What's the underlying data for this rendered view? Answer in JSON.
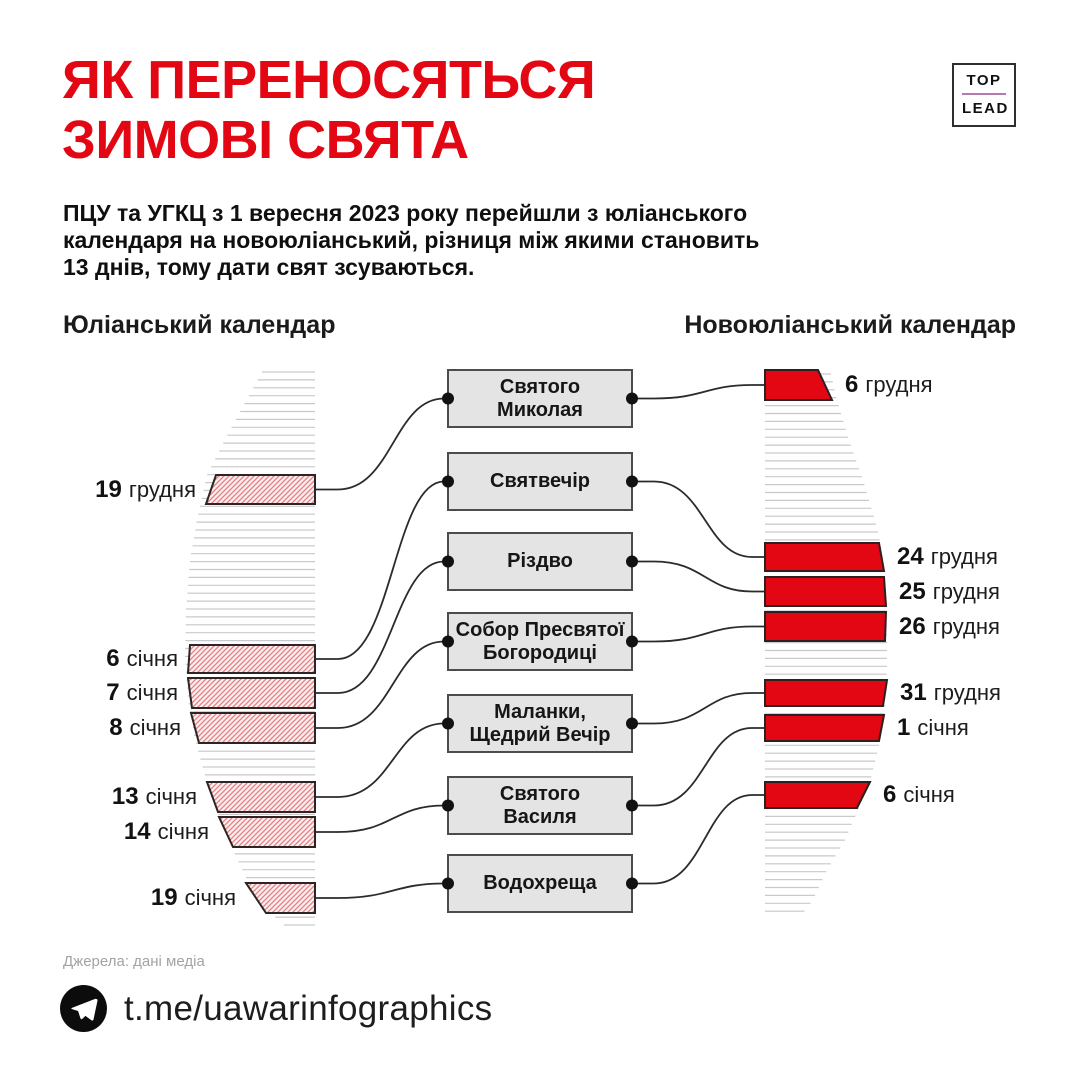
{
  "title_lines": [
    "ЯК ПЕРЕНОСЯТЬСЯ",
    "ЗИМОВІ СВЯТА"
  ],
  "logo": {
    "line1": "TOP",
    "line2": "LEAD"
  },
  "subtitle_lines": [
    "ПЦУ та УГКЦ з 1 вересня 2023 року перейшли з юліанського",
    "календаря на новоюліанський, різниця між якими становить",
    "13 днів, тому дати свят зсуваються."
  ],
  "column_headers": {
    "julian": "Юліанський календар",
    "new_julian": "Новоюліанський календар"
  },
  "chart_data": {
    "type": "table",
    "description": "Зсув дат зимових свят при переході з юліанського календаря на новоюліанський (різниця 13 днів)",
    "columns": [
      "Юліанський календар",
      "Свято",
      "Новоюліанський календар"
    ],
    "rows": [
      {
        "holiday": "Святого Миколая",
        "holiday_lines": "Святого\nМиколая",
        "julian_day": "19",
        "julian_month": "грудня",
        "new_julian_day": "6",
        "new_julian_month": "грудня"
      },
      {
        "holiday": "Святвечір",
        "holiday_lines": "Святвечір",
        "julian_day": "6",
        "julian_month": "січня",
        "new_julian_day": "24",
        "new_julian_month": "грудня"
      },
      {
        "holiday": "Різдво",
        "holiday_lines": "Різдво",
        "julian_day": "7",
        "julian_month": "січня",
        "new_julian_day": "25",
        "new_julian_month": "грудня"
      },
      {
        "holiday": "Собор Пресвятої Богородиці",
        "holiday_lines": "Собор Пресвятої\nБогородиці",
        "julian_day": "8",
        "julian_month": "січня",
        "new_julian_day": "26",
        "new_julian_month": "грудня"
      },
      {
        "holiday": "Маланки, Щедрий Вечір",
        "holiday_lines": "Маланки,\nЩедрий Вечір",
        "julian_day": "13",
        "julian_month": "січня",
        "new_julian_day": "31",
        "new_julian_month": "грудня"
      },
      {
        "holiday": "Святого Василя",
        "holiday_lines": "Святого\nВасиля",
        "julian_day": "14",
        "julian_month": "січня",
        "new_julian_day": "1",
        "new_julian_month": "січня"
      },
      {
        "holiday": "Водохреща",
        "holiday_lines": "Водохреща",
        "julian_day": "19",
        "julian_month": "січня",
        "new_julian_day": "6",
        "new_julian_month": "січня"
      }
    ]
  },
  "footer": {
    "source": "Джерела: дані медіа",
    "telegram_handle": "t.me/uawarinfographics"
  },
  "colors": {
    "accent_red": "#e30613",
    "box_fill": "#e4e4e4",
    "box_border": "#4c4c4c",
    "hatch_bg": "#f9efee",
    "hatch_line": "rgba(214,30,44,0.55)",
    "stack_line": "#c9c9c9",
    "connector": "#2b2b2b",
    "logo_divider": "#b678b4"
  }
}
